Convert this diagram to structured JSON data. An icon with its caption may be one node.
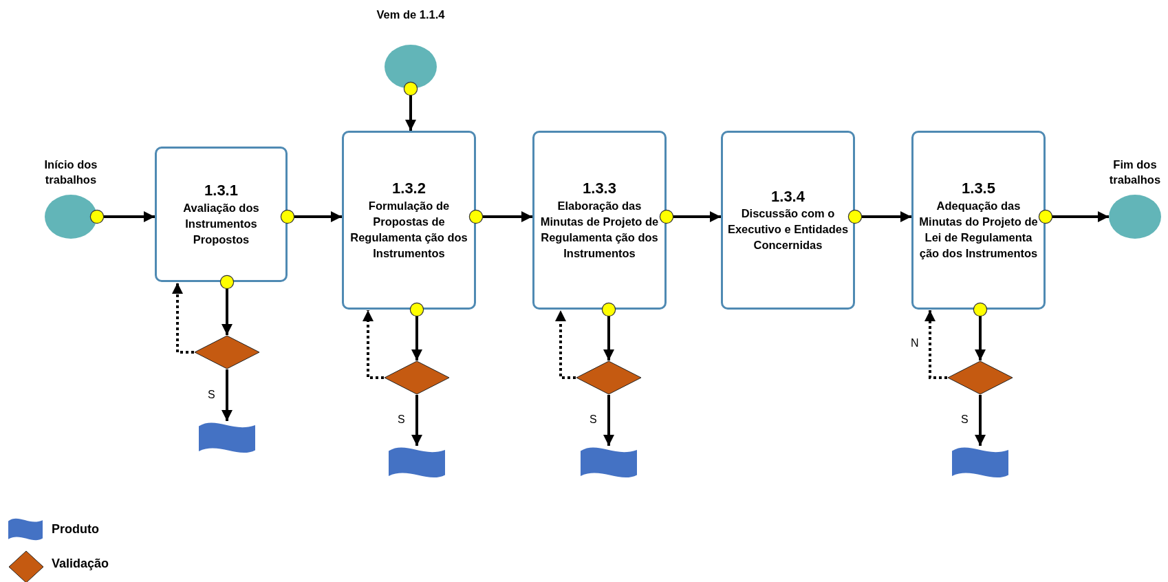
{
  "diagram": {
    "nodes": [
      {
        "text": [
          "Início dos trabalhos"
        ]
      },
      {
        "text": [
          "1.3.1",
          "Avaliação dos Instrumentos Propostos"
        ]
      },
      {
        "text": [
          "Vem de 1.1.4"
        ]
      },
      {
        "text": [
          "1.3.2",
          "Formulação de Propostas de Regulamenta ção dos Instrumentos"
        ]
      },
      {
        "text": [
          "1.3.3",
          "Elaboração das Minutas de Projeto de Regulamenta ção dos Instrumentos"
        ]
      },
      {
        "text": [
          "1.3.4",
          "Discussão com o Executivo e Entidades Concernidas"
        ]
      },
      {
        "text": [
          "1.3.5",
          "Adequação das Minutas do Projeto de Lei de Regulamenta ção dos Instrumentos"
        ]
      },
      {
        "text": [
          "Fim dos trabalhos"
        ]
      },
      {
        "text": [],
        "shape": "diamond"
      },
      {
        "text": [],
        "shape": "diamond"
      },
      {
        "text": [],
        "shape": "diamond"
      },
      {
        "text": [],
        "shape": "diamond"
      },
      {
        "text": [],
        "shape": "flag"
      },
      {
        "text": [],
        "shape": "flag"
      },
      {
        "text": [],
        "shape": "flag"
      },
      {
        "text": [],
        "shape": "flag"
      }
    ],
    "edges": [
      {
        "from": 0,
        "to": 1,
        "arrow": "to"
      },
      {
        "from": 1,
        "to": 3,
        "arrow": "to"
      },
      {
        "from": 2,
        "to": 3,
        "arrow": "to"
      },
      {
        "from": 3,
        "to": 4,
        "arrow": "to"
      },
      {
        "from": 4,
        "to": 5,
        "arrow": "to"
      },
      {
        "from": 5,
        "to": 6,
        "arrow": "to"
      },
      {
        "from": 6,
        "to": 7,
        "arrow": "to"
      },
      {
        "from": 1,
        "to": 8,
        "arrow": "to"
      },
      {
        "from": 8,
        "to": 1,
        "arrow": "to",
        "style": "dashed"
      },
      {
        "from": 8,
        "to": 12,
        "arrow": "to",
        "label": "S"
      },
      {
        "from": 3,
        "to": 9,
        "arrow": "to"
      },
      {
        "from": 9,
        "to": 3,
        "arrow": "to",
        "style": "dashed"
      },
      {
        "from": 9,
        "to": 13,
        "arrow": "to",
        "label": "S"
      },
      {
        "from": 4,
        "to": 10,
        "arrow": "to"
      },
      {
        "from": 10,
        "to": 4,
        "arrow": "to",
        "style": "dashed"
      },
      {
        "from": 10,
        "to": 14,
        "arrow": "to",
        "label": "S"
      },
      {
        "from": 6,
        "to": 11,
        "arrow": "to"
      },
      {
        "from": 11,
        "to": 6,
        "arrow": "to",
        "style": "dashed",
        "label": "N"
      },
      {
        "from": 11,
        "to": 15,
        "arrow": "to",
        "label": "S"
      }
    ],
    "legend": [
      {
        "text": "Produto"
      },
      {
        "text": "Validação"
      }
    ]
  }
}
